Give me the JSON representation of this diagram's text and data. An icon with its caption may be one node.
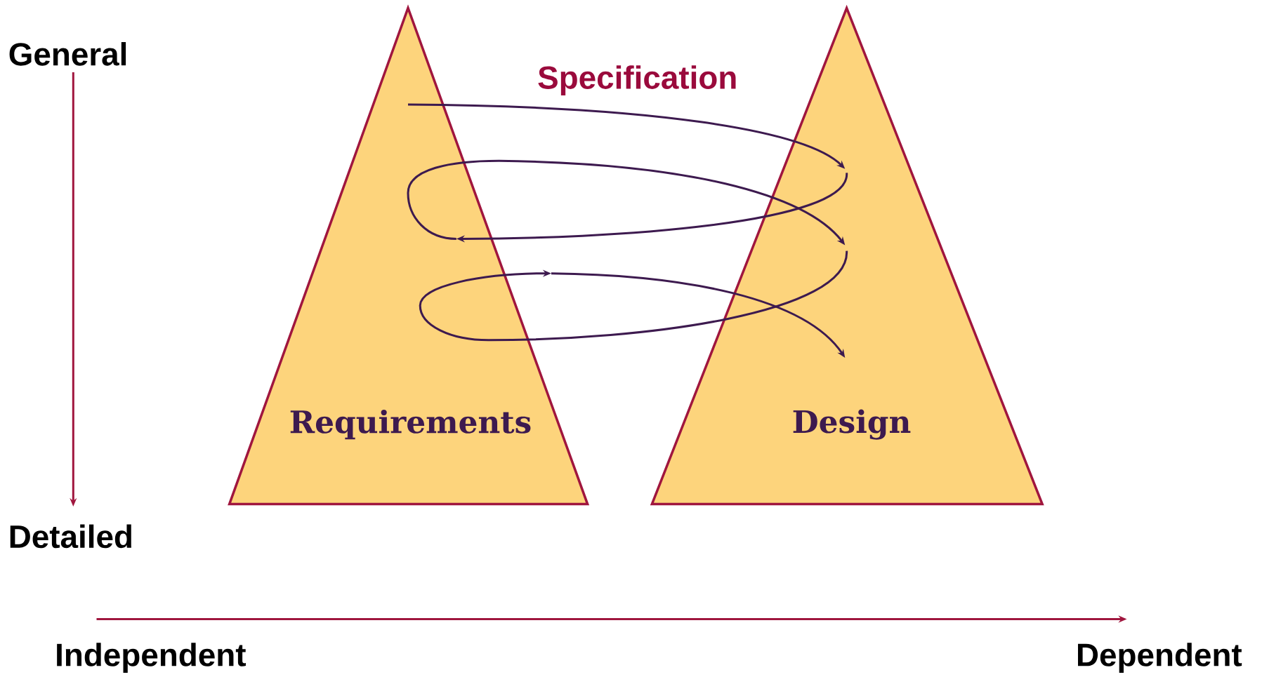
{
  "diagram": {
    "nodes": [
      {
        "text": [
          "Requirements"
        ]
      },
      {
        "text": [
          "Design"
        ]
      }
    ],
    "edges": [
      {
        "from": 0,
        "to": 1,
        "arrow": "to"
      },
      {
        "from": 1,
        "to": 0,
        "arrow": "to"
      },
      {
        "from": 0,
        "to": 1,
        "arrow": "to"
      },
      {
        "from": 1,
        "to": 0,
        "arrow": "to"
      },
      {
        "from": 0,
        "to": 1,
        "arrow": "to"
      }
    ],
    "labels": [
      "General",
      "Specification",
      "Detailed",
      "Independent",
      "Dependent"
    ]
  }
}
